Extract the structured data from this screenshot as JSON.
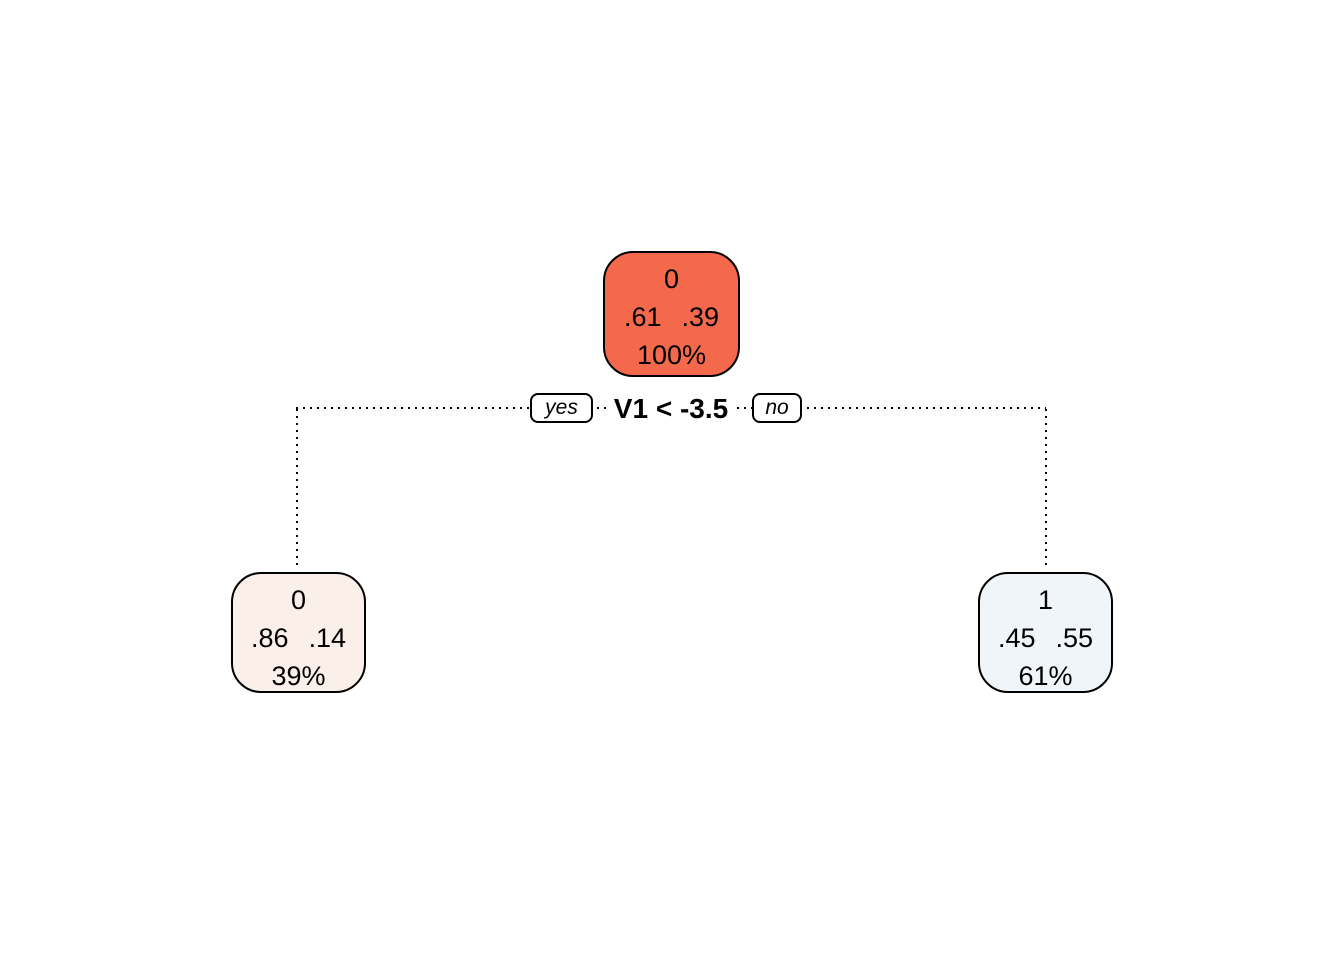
{
  "figure": {
    "background": "#FFFFFF"
  },
  "colors": {
    "root_fill": "#F4694C",
    "left_leaf_fill": "#FBF0E9",
    "right_leaf_fill": "#F0F5FA",
    "node_border": "#000000",
    "line_color": "#000000"
  },
  "tree": {
    "root": {
      "class_label": "0",
      "probs": [
        ".61",
        ".39"
      ],
      "percent": "100%"
    },
    "split": {
      "condition": "V1 < -3.5",
      "yes_label": "yes",
      "no_label": "no"
    },
    "left_leaf": {
      "class_label": "0",
      "probs": [
        ".86",
        ".14"
      ],
      "percent": "39%"
    },
    "right_leaf": {
      "class_label": "1",
      "probs": [
        ".45",
        ".55"
      ],
      "percent": "61%"
    }
  }
}
